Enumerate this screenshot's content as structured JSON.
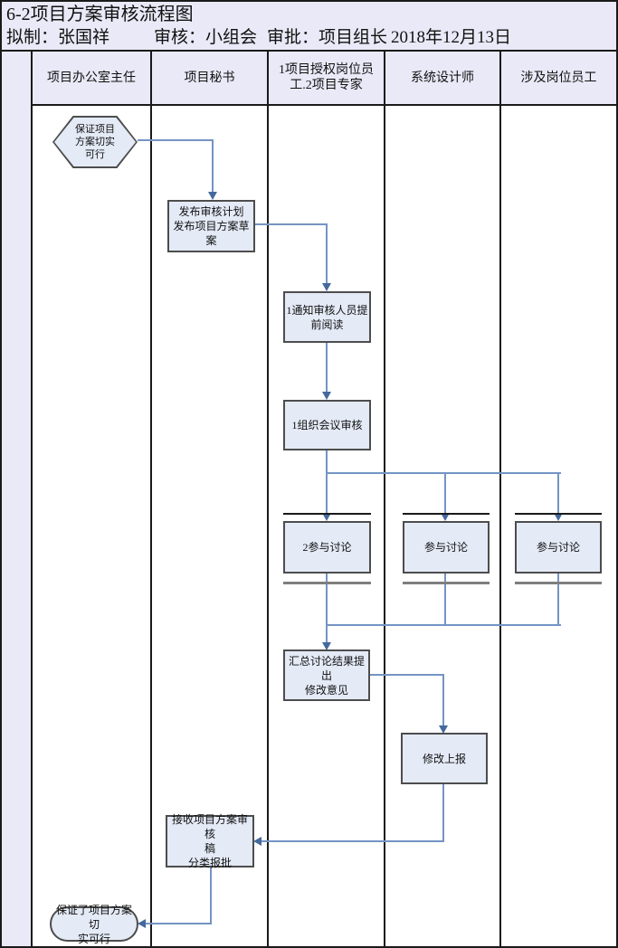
{
  "header": {
    "title": "6-2项目方案审核流程图",
    "meta": {
      "drafter": "拟制：张国祥",
      "reviewer": "审核：小组会",
      "approver": "审批：项目组长",
      "date": "2018年12月13日"
    }
  },
  "lanes": [
    {
      "label": "项目办公室主任"
    },
    {
      "label": "项目秘书"
    },
    {
      "label": "1项目授权岗位员\n工.2项目专家"
    },
    {
      "label": "系统设计师"
    },
    {
      "label": "涉及岗位员工"
    }
  ],
  "nodes": {
    "start": {
      "shape": "hexagon",
      "lane": "项目办公室主任",
      "label": "保证项目\n方案切实\n可行"
    },
    "publish": {
      "shape": "process",
      "lane": "项目秘书",
      "label": "发布审核计划\n发布项目方案草案"
    },
    "notify": {
      "shape": "process",
      "lane": "1项目授权岗位员工.2项目专家",
      "label": "1通知审核人员提\n前阅读"
    },
    "meeting": {
      "shape": "process",
      "lane": "1项目授权岗位员工.2项目专家",
      "label": "1组织会议审核"
    },
    "discuss_experts": {
      "shape": "process",
      "lane": "1项目授权岗位员工.2项目专家",
      "label": "2参与讨论"
    },
    "discuss_designer": {
      "shape": "process",
      "lane": "系统设计师",
      "label": "参与讨论"
    },
    "discuss_staff": {
      "shape": "process",
      "lane": "涉及岗位员工",
      "label": "参与讨论"
    },
    "summarize": {
      "shape": "process",
      "lane": "1项目授权岗位员工.2项目专家",
      "label": "汇总讨论结果提出\n修改意见"
    },
    "revise": {
      "shape": "process",
      "lane": "系统设计师",
      "label": "修改上报"
    },
    "receive": {
      "shape": "process",
      "lane": "项目秘书",
      "label": "接收项目方案审核\n稿\n分类报批"
    },
    "end": {
      "shape": "terminator",
      "lane": "项目办公室主任",
      "label": "保证了项目方案切\n实可行"
    }
  },
  "colors": {
    "band_background": "#e9e9f7",
    "node_fill": "#e4eaf6",
    "node_border": "#4d4d4d",
    "edge_line": "#7494c4",
    "arrowhead": "#44699d",
    "grid_line": "#1a1a1a",
    "sync_bar_bottom": "#7f7f7f"
  }
}
